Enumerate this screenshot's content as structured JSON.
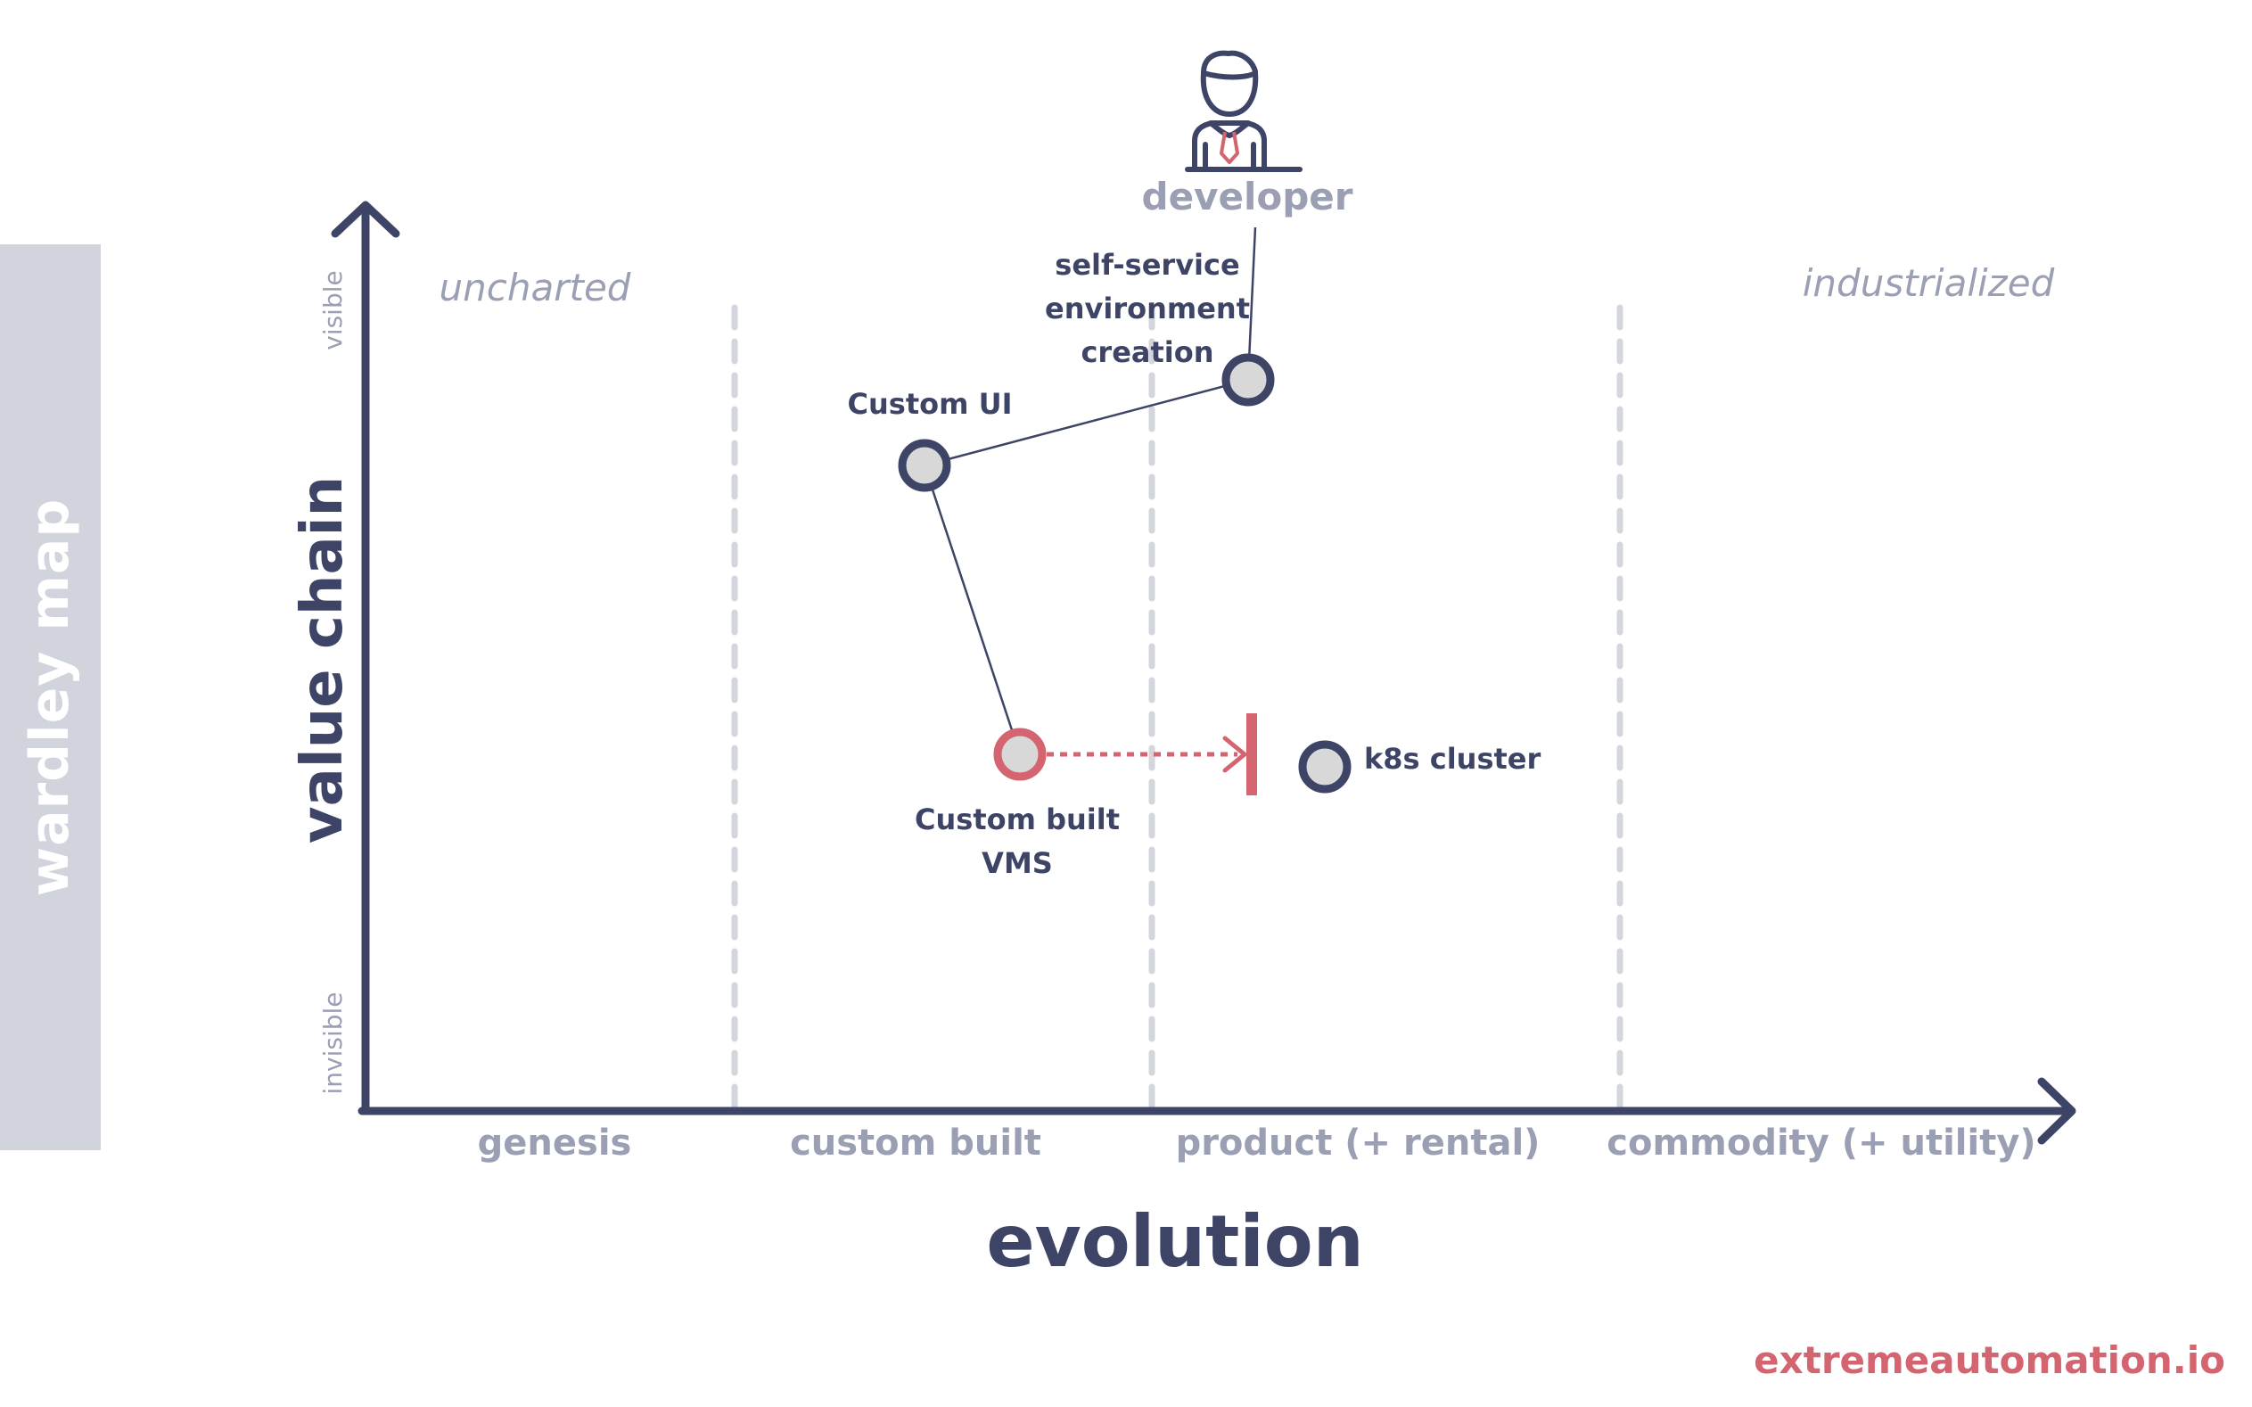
{
  "sidebar": {
    "label": "wardley map"
  },
  "footer": {
    "brand": "extremeautomation.io"
  },
  "axes": {
    "x_title": "evolution",
    "y_title": "value chain",
    "y_top": "visible",
    "y_bottom": "invisible",
    "stages": [
      "genesis",
      "custom built",
      "product (+ rental)",
      "commodity (+ utility)"
    ]
  },
  "regions": {
    "left": "uncharted",
    "right": "industrialized"
  },
  "user": {
    "label": "developer"
  },
  "components": {
    "self_service": [
      "self-service",
      "environment",
      "creation"
    ],
    "custom_ui": [
      "Custom UI"
    ],
    "custom_vms": [
      "Custom built",
      "VMS"
    ],
    "k8s": [
      "k8s cluster"
    ]
  },
  "colors": {
    "navy": "#3d4466",
    "grey_text": "#9a9fb3",
    "divider": "#d4d6de",
    "node_fill": "#d8d8d8",
    "accent": "#d4646f",
    "sidebar": "#d2d4dd"
  }
}
